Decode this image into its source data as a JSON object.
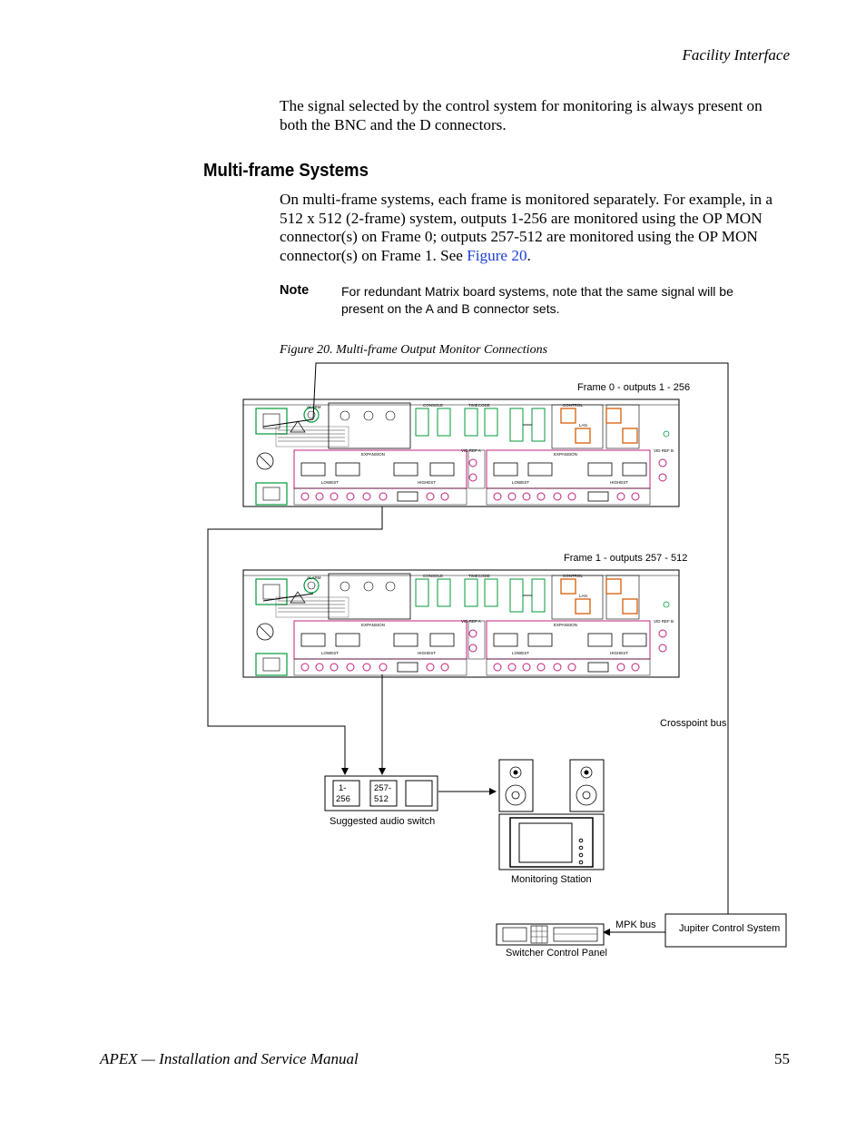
{
  "header": {
    "section": "Facility Interface"
  },
  "intro": {
    "text": "The signal selected by the control system for monitoring is always present on both the BNC and the D connectors."
  },
  "section": {
    "title": "Multi-frame Systems",
    "body_before": "On multi-frame systems, each frame is monitored separately. For example, in a 512 x 512 (2-frame) system, outputs 1-256 are monitored using the OP MON connector(s) on Frame 0; outputs 257-512 are monitored using the OP MON connector(s) on Frame 1. See ",
    "body_link": "Figure 20",
    "body_after": "."
  },
  "note": {
    "label": "Note",
    "text": "For redundant Matrix board systems, note that the same signal will be present on the A and B connector sets."
  },
  "figure": {
    "caption": "Figure 20.  Multi-frame Output Monitor Connections",
    "frame0_label": "Frame 0 - outputs 1 - 256",
    "frame1_label": "Frame 1 - outputs 257 - 512",
    "crosspoint_bus": "Crosspoint bus",
    "audio_switch": {
      "label": "Suggested audio switch",
      "button1": [
        "1-",
        "256"
      ],
      "button2": [
        "257-",
        "512"
      ]
    },
    "monitoring_station": "Monitoring Station",
    "mpk_bus": "MPK bus",
    "jupiter": "Jupiter Control System",
    "switcher_panel": "Switcher Control Panel",
    "panel_labels": {
      "expansion": "EXPANSION",
      "lowest": "LOWEST",
      "highest": "HIGHEST",
      "vid_ref_a": "VID REF A",
      "vid_ref_b": "VID REF B",
      "alarm": "ALARM",
      "console": "CONSOLE",
      "timecode": "TIMECODE",
      "control": "CONTROL",
      "lan": "LAN"
    }
  },
  "footer": {
    "title": "APEX  —  Installation and Service Manual",
    "page": "55"
  }
}
